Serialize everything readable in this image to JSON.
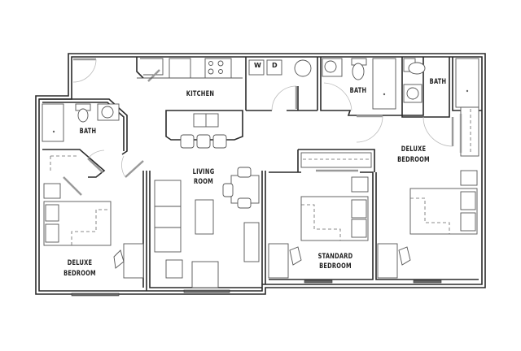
{
  "floorplan": {
    "rooms": {
      "kitchen": "KITCHEN",
      "bath_left": "BATH",
      "bath_middle": "BATH",
      "bath_right": "BATH",
      "living_room_line1": "LIVING",
      "living_room_line2": "ROOM",
      "deluxe_bedroom_left_line1": "DELUXE",
      "deluxe_bedroom_left_line2": "BEDROOM",
      "standard_bedroom_line1": "STANDARD",
      "standard_bedroom_line2": "BEDROOM",
      "deluxe_bedroom_right_line1": "DELUXE",
      "deluxe_bedroom_right_line2": "BEDROOM"
    },
    "appliances": {
      "washer": "W",
      "dryer": "D"
    },
    "colors": {
      "wall": "#2a2a2a",
      "fixture": "#555555",
      "background": "#ffffff"
    }
  }
}
